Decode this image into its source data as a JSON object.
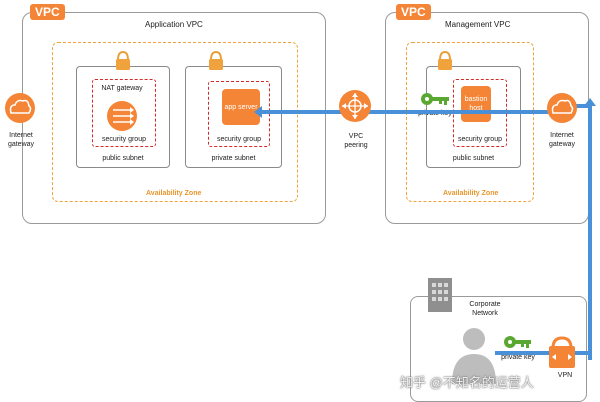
{
  "app_vpc": {
    "tag": "VPC",
    "title": "Application VPC",
    "availability_zone": "Availability Zone",
    "public_subnet": {
      "label": "public subnet",
      "resource": "NAT gateway",
      "security_group": "security group"
    },
    "private_subnet": {
      "label": "private subnet",
      "resource": "app server",
      "security_group": "security group"
    }
  },
  "mgmt_vpc": {
    "tag": "VPC",
    "title": "Management VPC",
    "availability_zone": "Availability Zone",
    "public_subnet": {
      "label": "public subnet",
      "resource": "bastion host",
      "security_group": "security group",
      "key_label": "private key"
    }
  },
  "left_gateway": {
    "label": "Internet gateway"
  },
  "right_gateway": {
    "label": "Internet gateway"
  },
  "peering": {
    "label": "VPC peering"
  },
  "corporate": {
    "title": "Corporate Network",
    "key_label": "private key",
    "vpn_label": "VPN"
  },
  "watermark": "知乎 @不知名的运营人",
  "colors": {
    "aws_orange": "#f58536",
    "connector_blue": "#4a90d9",
    "key_green": "#5aa832",
    "sg_red": "#d42a2a"
  }
}
